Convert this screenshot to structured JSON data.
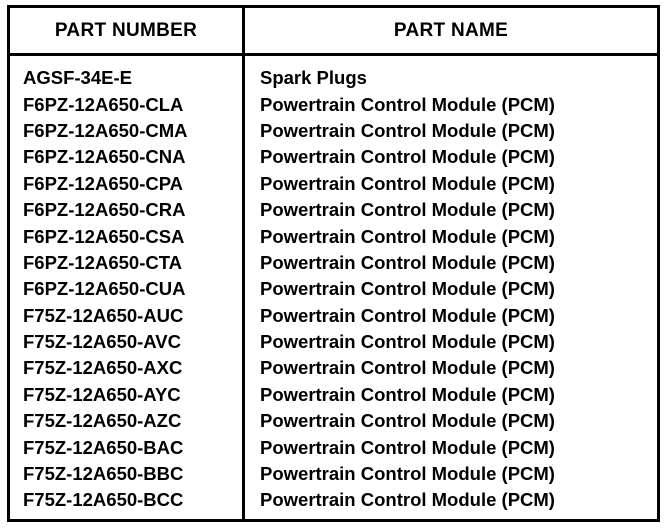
{
  "table": {
    "headers": {
      "part_number": "PART NUMBER",
      "part_name": "PART NAME"
    },
    "rows": [
      {
        "part_number": "AGSF-34E-E",
        "part_name": "Spark Plugs"
      },
      {
        "part_number": "F6PZ-12A650-CLA",
        "part_name": "Powertrain Control Module (PCM)"
      },
      {
        "part_number": "F6PZ-12A650-CMA",
        "part_name": "Powertrain Control Module (PCM)"
      },
      {
        "part_number": "F6PZ-12A650-CNA",
        "part_name": "Powertrain Control Module (PCM)"
      },
      {
        "part_number": "F6PZ-12A650-CPA",
        "part_name": "Powertrain Control Module (PCM)"
      },
      {
        "part_number": "F6PZ-12A650-CRA",
        "part_name": "Powertrain Control Module (PCM)"
      },
      {
        "part_number": "F6PZ-12A650-CSA",
        "part_name": "Powertrain Control Module (PCM)"
      },
      {
        "part_number": "F6PZ-12A650-CTA",
        "part_name": "Powertrain Control Module (PCM)"
      },
      {
        "part_number": "F6PZ-12A650-CUA",
        "part_name": "Powertrain Control Module (PCM)"
      },
      {
        "part_number": "F75Z-12A650-AUC",
        "part_name": "Powertrain Control Module (PCM)"
      },
      {
        "part_number": "F75Z-12A650-AVC",
        "part_name": "Powertrain Control Module (PCM)"
      },
      {
        "part_number": "F75Z-12A650-AXC",
        "part_name": "Powertrain Control Module (PCM)"
      },
      {
        "part_number": "F75Z-12A650-AYC",
        "part_name": "Powertrain Control Module (PCM)"
      },
      {
        "part_number": "F75Z-12A650-AZC",
        "part_name": "Powertrain Control Module (PCM)"
      },
      {
        "part_number": "F75Z-12A650-BAC",
        "part_name": "Powertrain Control Module (PCM)"
      },
      {
        "part_number": "F75Z-12A650-BBC",
        "part_name": "Powertrain Control Module (PCM)"
      },
      {
        "part_number": "F75Z-12A650-BCC",
        "part_name": "Powertrain Control Module (PCM)"
      }
    ]
  }
}
